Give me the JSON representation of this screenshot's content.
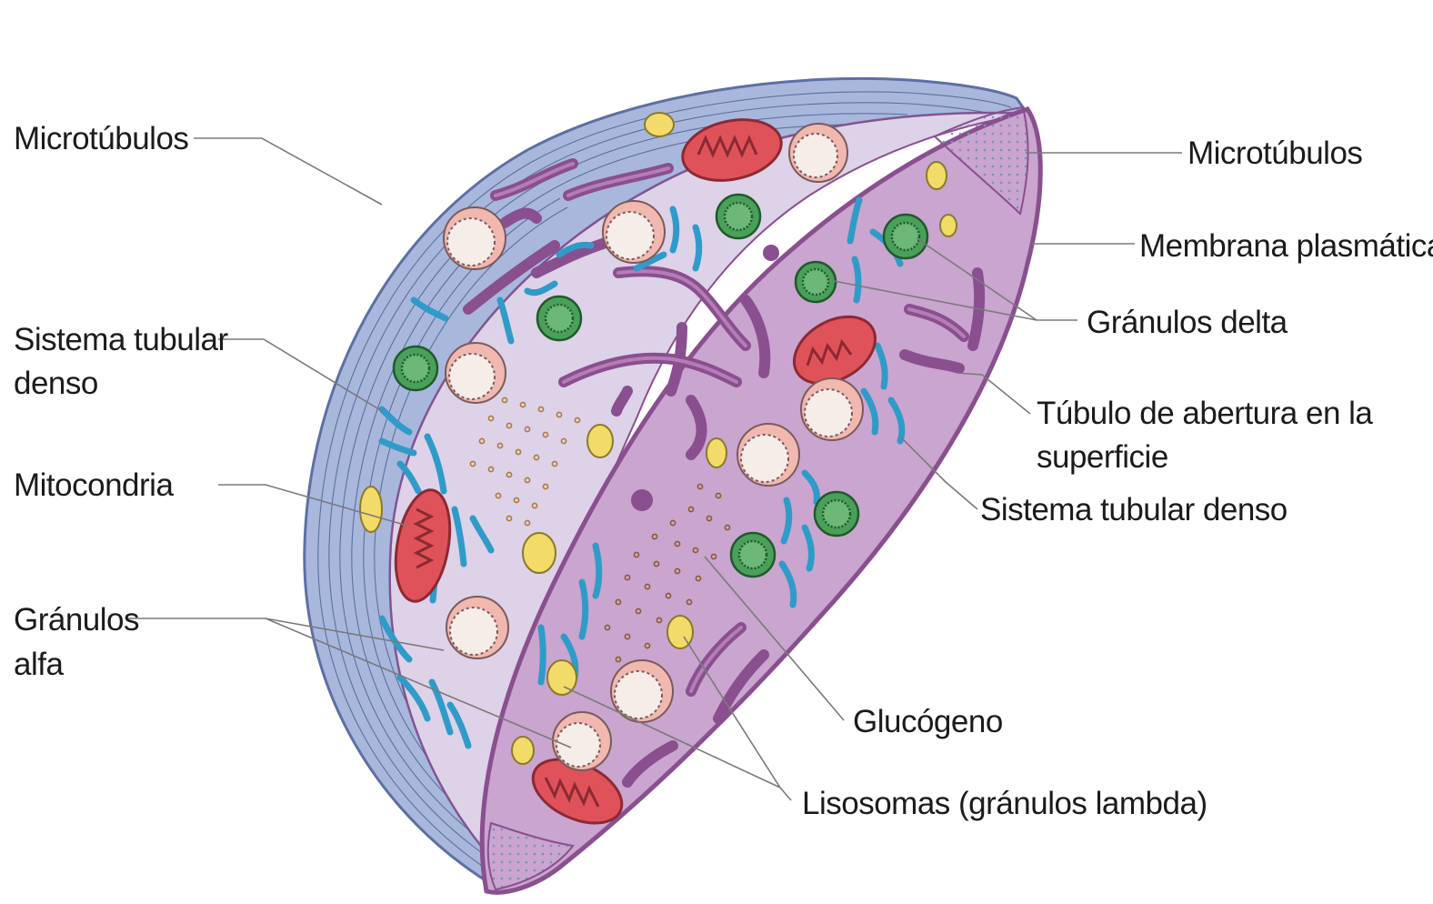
{
  "labels": {
    "microtubulos_left": "Microtúbulos",
    "sistema_tubular_left_1": "Sistema tubular",
    "sistema_tubular_left_2": "denso",
    "mitocondria": "Mitocondria",
    "granulos_alfa_1": "Gránulos",
    "granulos_alfa_2": "alfa",
    "microtubulos_right": "Microtúbulos",
    "membrana_plasmatica": "Membrana plasmática",
    "granulos_delta": "Gránulos delta",
    "tubulo_abertura_1": "Túbulo de abertura en la",
    "tubulo_abertura_2": "superficie",
    "sistema_tubular_right": "Sistema tubular denso",
    "glucogeno": "Glucógeno",
    "lisosomas": "Lisosomas (gránulos lambda)"
  },
  "colors": {
    "membrane_ring": "#a9b7dd",
    "cytoplasm": "#ddd2e8",
    "cut_face": "#c9a5cf",
    "membrane_outline": "#8a4f8f",
    "mitochondria": "#e0525a",
    "alpha_granule": "#f1b8b0",
    "delta_granule": "#4aa05a",
    "lysosome": "#f3db6a",
    "dense_tubular": "#2f9bc8",
    "glycogen": "#b07a3a"
  }
}
